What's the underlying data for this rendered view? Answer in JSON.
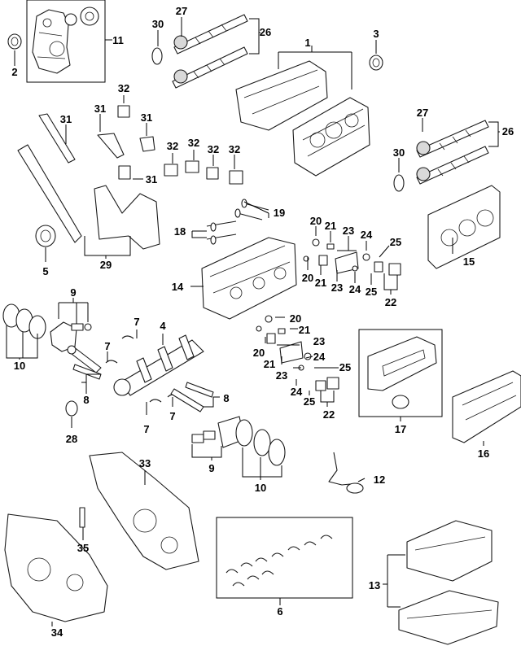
{
  "callouts": [
    {
      "id": "c1",
      "text": "1"
    },
    {
      "id": "c2",
      "text": "2"
    },
    {
      "id": "c3",
      "text": "3"
    },
    {
      "id": "c4",
      "text": "4"
    },
    {
      "id": "c5",
      "text": "5"
    },
    {
      "id": "c6",
      "text": "6"
    },
    {
      "id": "c7a",
      "text": "7"
    },
    {
      "id": "c7b",
      "text": "7"
    },
    {
      "id": "c7c",
      "text": "7"
    },
    {
      "id": "c7d",
      "text": "7"
    },
    {
      "id": "c8a",
      "text": "8"
    },
    {
      "id": "c8b",
      "text": "8"
    },
    {
      "id": "c9a",
      "text": "9"
    },
    {
      "id": "c9b",
      "text": "9"
    },
    {
      "id": "c10a",
      "text": "10"
    },
    {
      "id": "c10b",
      "text": "10"
    },
    {
      "id": "c11",
      "text": "11"
    },
    {
      "id": "c12",
      "text": "12"
    },
    {
      "id": "c13",
      "text": "13"
    },
    {
      "id": "c14",
      "text": "14"
    },
    {
      "id": "c15",
      "text": "15"
    },
    {
      "id": "c16",
      "text": "16"
    },
    {
      "id": "c17",
      "text": "17"
    },
    {
      "id": "c18",
      "text": "18"
    },
    {
      "id": "c19",
      "text": "19"
    },
    {
      "id": "c20a",
      "text": "20"
    },
    {
      "id": "c20b",
      "text": "20"
    },
    {
      "id": "c20c",
      "text": "20"
    },
    {
      "id": "c20d",
      "text": "20"
    },
    {
      "id": "c21a",
      "text": "21"
    },
    {
      "id": "c21b",
      "text": "21"
    },
    {
      "id": "c21c",
      "text": "21"
    },
    {
      "id": "c21d",
      "text": "21"
    },
    {
      "id": "c22a",
      "text": "22"
    },
    {
      "id": "c22b",
      "text": "22"
    },
    {
      "id": "c23a",
      "text": "23"
    },
    {
      "id": "c23b",
      "text": "23"
    },
    {
      "id": "c23c",
      "text": "23"
    },
    {
      "id": "c23d",
      "text": "23"
    },
    {
      "id": "c24a",
      "text": "24"
    },
    {
      "id": "c24b",
      "text": "24"
    },
    {
      "id": "c24c",
      "text": "24"
    },
    {
      "id": "c24d",
      "text": "24"
    },
    {
      "id": "c25a",
      "text": "25"
    },
    {
      "id": "c25b",
      "text": "25"
    },
    {
      "id": "c25c",
      "text": "25"
    },
    {
      "id": "c25d",
      "text": "25"
    },
    {
      "id": "c26a",
      "text": "26"
    },
    {
      "id": "c26b",
      "text": "26"
    },
    {
      "id": "c27a",
      "text": "27"
    },
    {
      "id": "c27b",
      "text": "27"
    },
    {
      "id": "c28",
      "text": "28"
    },
    {
      "id": "c29",
      "text": "29"
    },
    {
      "id": "c30a",
      "text": "30"
    },
    {
      "id": "c30b",
      "text": "30"
    },
    {
      "id": "c31a",
      "text": "31"
    },
    {
      "id": "c31b",
      "text": "31"
    },
    {
      "id": "c31c",
      "text": "31"
    },
    {
      "id": "c31d",
      "text": "31"
    },
    {
      "id": "c32a",
      "text": "32"
    },
    {
      "id": "c32b",
      "text": "32"
    },
    {
      "id": "c32c",
      "text": "32"
    },
    {
      "id": "c32d",
      "text": "32"
    },
    {
      "id": "c32e",
      "text": "32"
    },
    {
      "id": "c33",
      "text": "33"
    },
    {
      "id": "c34",
      "text": "34"
    },
    {
      "id": "c35",
      "text": "35"
    }
  ]
}
